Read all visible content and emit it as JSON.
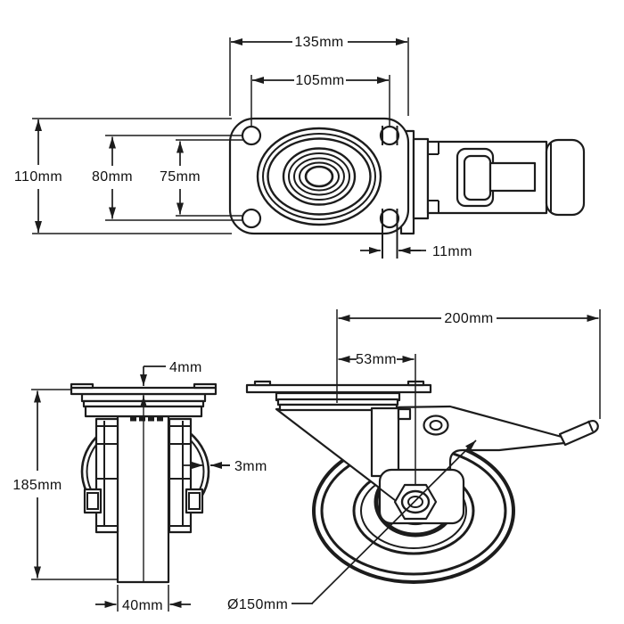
{
  "page": {
    "description": "Technical dimension drawing of a swivel plate caster wheel with brake, three orthographic views",
    "background": "#ffffff"
  },
  "colors": {
    "line": "#1c1c1c",
    "text": "#111111"
  },
  "dimensions": {
    "top_view": {
      "overall_width": "135mm",
      "bolt_spacing_width": "105mm",
      "overall_depth": "110mm",
      "bolt_spacing_depth": "80mm",
      "slot_spacing_depth": "75mm",
      "slot_width": "11mm"
    },
    "front_view": {
      "plate_thickness": "4mm",
      "overall_height": "185mm",
      "bracket_thickness": "3mm",
      "wheel_width": "40mm"
    },
    "side_view": {
      "overall_length": "200mm",
      "swivel_offset": "53mm",
      "wheel_diameter": "Ø150mm"
    }
  }
}
